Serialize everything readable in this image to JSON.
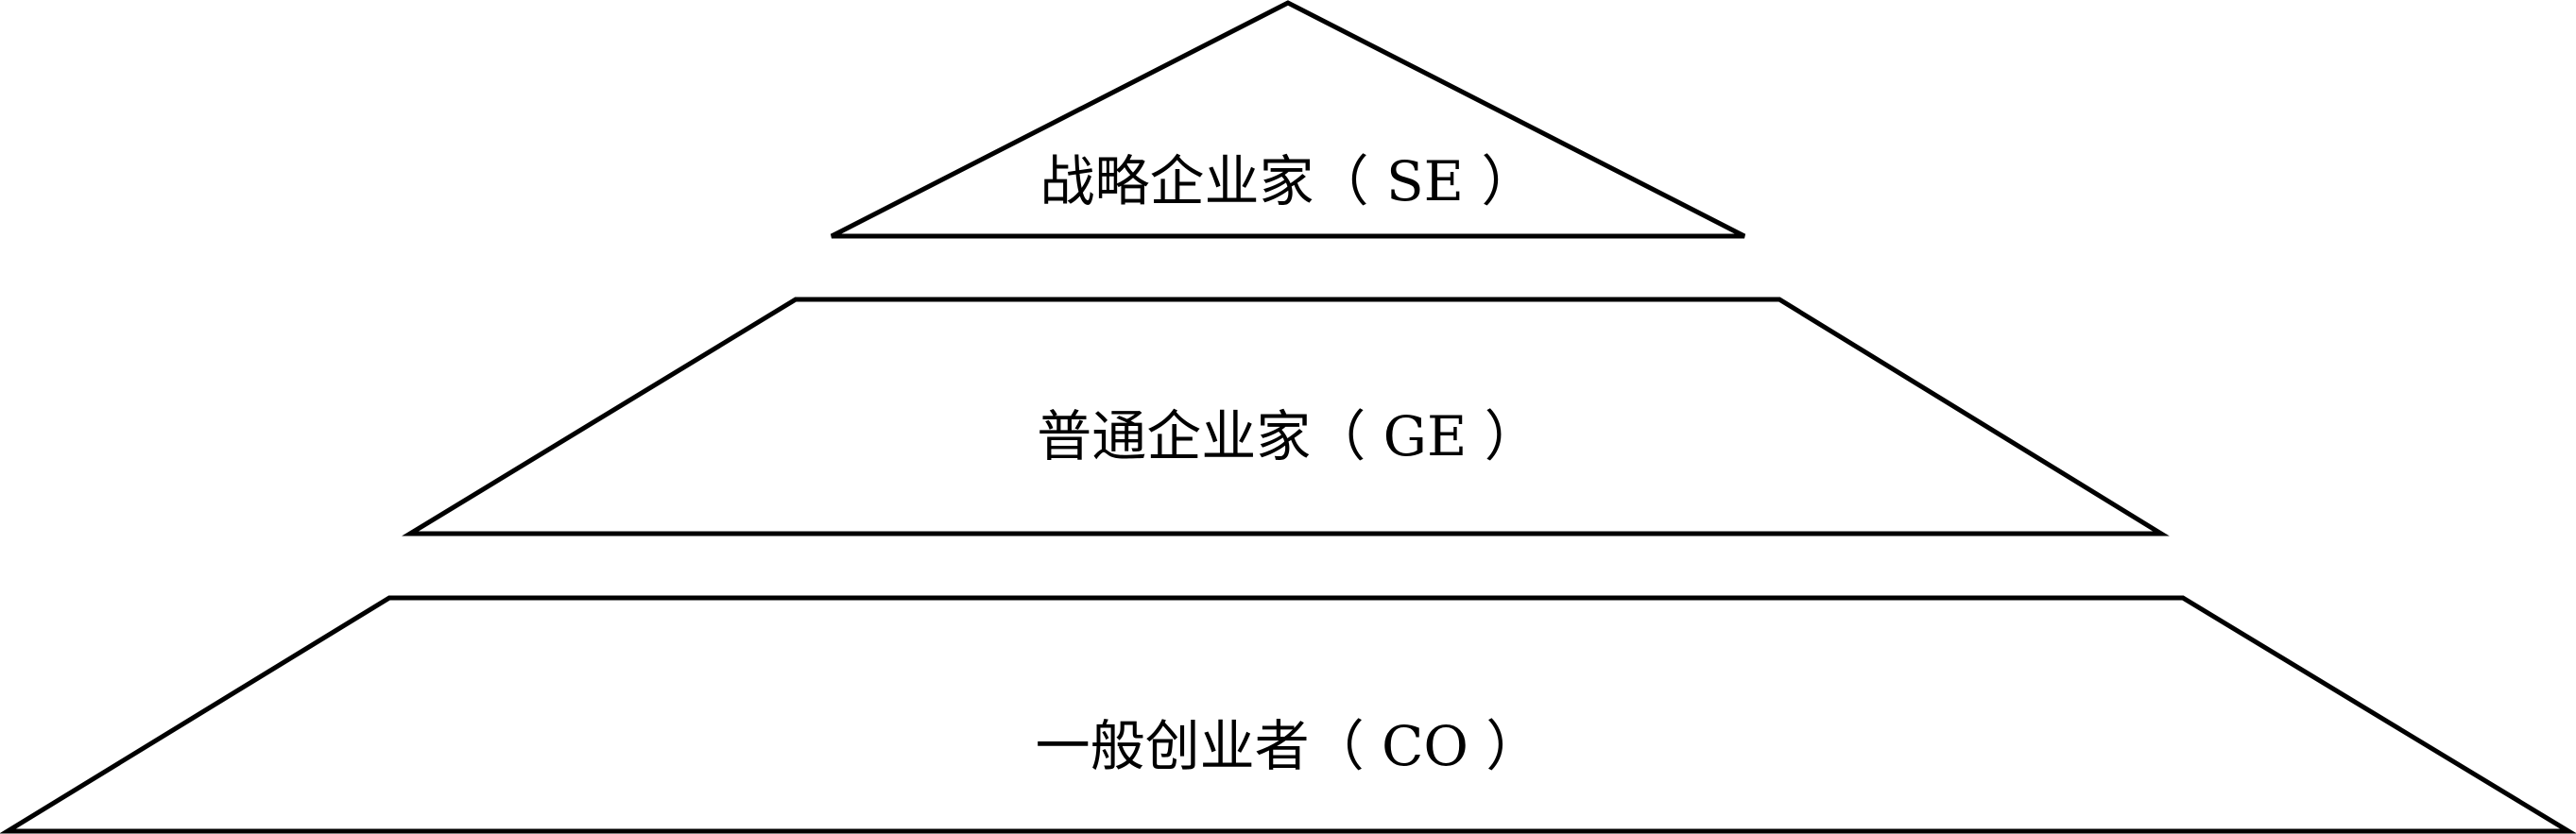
{
  "diagram": {
    "tiers": [
      {
        "label": "战略企业家（ SE ）"
      },
      {
        "label": "普通企业家（ GE ）"
      },
      {
        "label": "一般创业者（ CO ）"
      }
    ]
  }
}
